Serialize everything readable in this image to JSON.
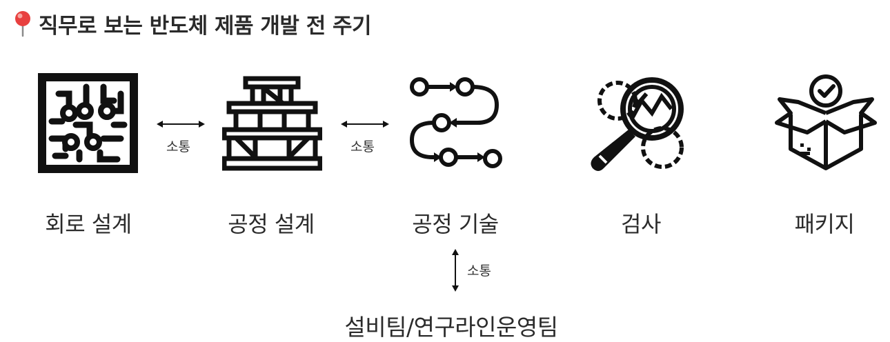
{
  "title": {
    "icon": "round-pushpin-icon",
    "text": "직무로 보는 반도체 제품 개발 전 주기"
  },
  "stages": [
    {
      "icon": "circuit-board-icon",
      "label": "회로 설계"
    },
    {
      "icon": "scaffolding-icon",
      "label": "공정 설계"
    },
    {
      "icon": "process-flow-icon",
      "label": "공정 기술"
    },
    {
      "icon": "magnifier-gears-icon",
      "label": "검사"
    },
    {
      "icon": "open-box-check-icon",
      "label": "패키지"
    }
  ],
  "connectors": [
    {
      "label": "소통",
      "between": [
        "회로 설계",
        "공정 설계"
      ]
    },
    {
      "label": "소통",
      "between": [
        "공정 설계",
        "공정 기술"
      ]
    },
    {
      "label": "소통",
      "between": [
        "공정 기술",
        "설비팀/연구라인운영팀"
      ]
    }
  ],
  "bottom_node": {
    "label": "설비팀/연구라인운영팀"
  },
  "colors": {
    "icon": "#111111",
    "text": "#2b2b2b",
    "pin": "#e8403f"
  }
}
